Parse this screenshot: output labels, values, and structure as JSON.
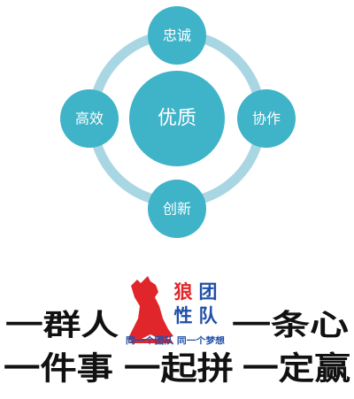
{
  "diagram": {
    "center_label": "优质",
    "nodes": {
      "top": "忠诚",
      "right": "协作",
      "bottom": "创新",
      "left": "高效"
    },
    "colors": {
      "ring": "#a9d6e3",
      "node": "#3fb3c8",
      "center": "#3fb3c8",
      "node_text": "#ffffff"
    }
  },
  "banner": {
    "logo_char_wolf": "狼",
    "logo_char_tuan": "团",
    "logo_char_xing": "性",
    "logo_char_dui": "队",
    "logo_subtitle": "同一个团队 同一个梦想",
    "logo_icon": "wolf-howling-icon",
    "line1_left": "一群人",
    "line1_right": "一条心",
    "line2_a": "一件事",
    "line2_b": "一起拼",
    "line2_c": "一定赢",
    "colors": {
      "text": "#111111",
      "logo_red": "#e0262b",
      "logo_blue": "#1f4fa8"
    }
  }
}
